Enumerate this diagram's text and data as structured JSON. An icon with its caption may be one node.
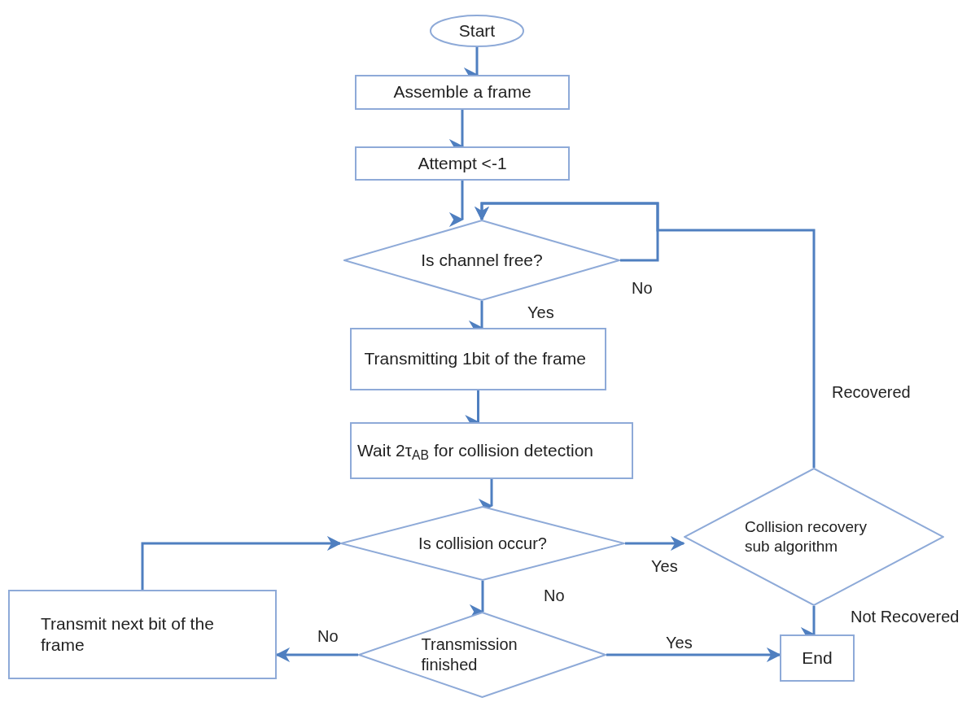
{
  "diagram": {
    "nodes": [
      {
        "text": [
          "Start"
        ]
      },
      {
        "text": [
          "Assemble a frame"
        ]
      },
      {
        "text": [
          "Attempt <-1"
        ]
      },
      {
        "text": [
          "Is channel free?"
        ]
      },
      {
        "text": [
          "Transmitting 1bit of the frame"
        ]
      },
      {
        "text": [
          "Wait 2τ$_{AB}$ for collision detection"
        ]
      },
      {
        "text": [
          "Is collision occur?"
        ]
      },
      {
        "text": [
          "Collision recovery sub algorithm"
        ]
      },
      {
        "text": [
          "Transmission finished"
        ]
      },
      {
        "text": [
          "Transmit next bit of the frame"
        ]
      },
      {
        "text": [
          "End"
        ]
      }
    ],
    "edges": [
      {
        "from": 0,
        "to": 1,
        "arrow": "to"
      },
      {
        "from": 1,
        "to": 2,
        "arrow": "to"
      },
      {
        "from": 2,
        "to": 3,
        "arrow": "to"
      },
      {
        "from": 3,
        "to": 3,
        "arrow": "to",
        "label": "No"
      },
      {
        "from": 3,
        "to": 4,
        "arrow": "to",
        "label": "Yes"
      },
      {
        "from": 4,
        "to": 5,
        "arrow": "to"
      },
      {
        "from": 5,
        "to": 6,
        "arrow": "to"
      },
      {
        "from": 6,
        "to": 7,
        "arrow": "to",
        "label": "Yes"
      },
      {
        "from": 7,
        "to": 3,
        "arrow": "to",
        "label": "Recovered"
      },
      {
        "from": 6,
        "to": 8,
        "arrow": "to",
        "label": "No"
      },
      {
        "from": 7,
        "to": 10,
        "arrow": "to",
        "label": "Not Recovered"
      },
      {
        "from": 8,
        "to": 9,
        "arrow": "to",
        "label": "No"
      },
      {
        "from": 8,
        "to": 10,
        "arrow": "to",
        "label": "Yes"
      },
      {
        "from": 9,
        "to": 6,
        "arrow": "to"
      }
    ]
  }
}
